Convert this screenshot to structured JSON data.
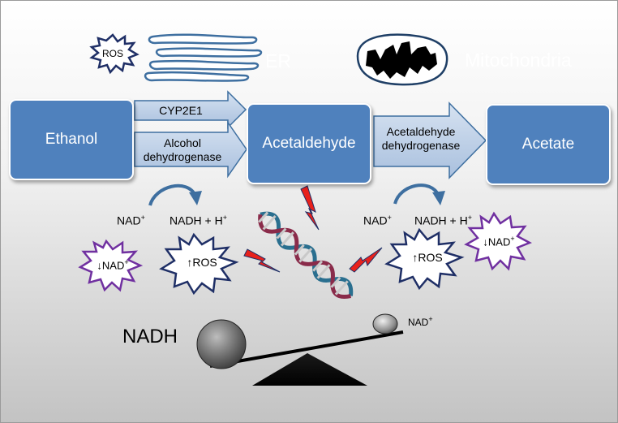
{
  "organelles": {
    "er_label": "ER",
    "mito_label": "Mitochondria",
    "ros_top": "ROS"
  },
  "boxes": {
    "ethanol": "Ethanol",
    "acetaldehyde": "Acetaldehyde",
    "acetate": "Acetate"
  },
  "enzymes": {
    "cyp2e1": "CYP2E1",
    "adh_line1": "Alcohol",
    "adh_line2": "dehydrogenase",
    "aldh_line1": "Acetaldehyde",
    "aldh_line2": "dehydrogenase"
  },
  "cofactors": {
    "left_nad": "NAD",
    "left_nadh": "NADH  + H",
    "right_nad": "NAD",
    "right_nadh": "NADH  + H",
    "plus": "+"
  },
  "bursts": {
    "left_down_nad": "↓NAD",
    "left_up_ros": "↑ROS",
    "right_up_ros": "↑ROS",
    "right_down_nad": "↓NAD"
  },
  "balance": {
    "nadh_label": "NADH",
    "nad_label": "NAD"
  },
  "colors": {
    "box_fill": "#4f81bd",
    "arrow_fill": "#b8cce4",
    "burst_navy": "#1f2f66",
    "burst_purple": "#7030a0",
    "lightning": "#e8211c"
  }
}
